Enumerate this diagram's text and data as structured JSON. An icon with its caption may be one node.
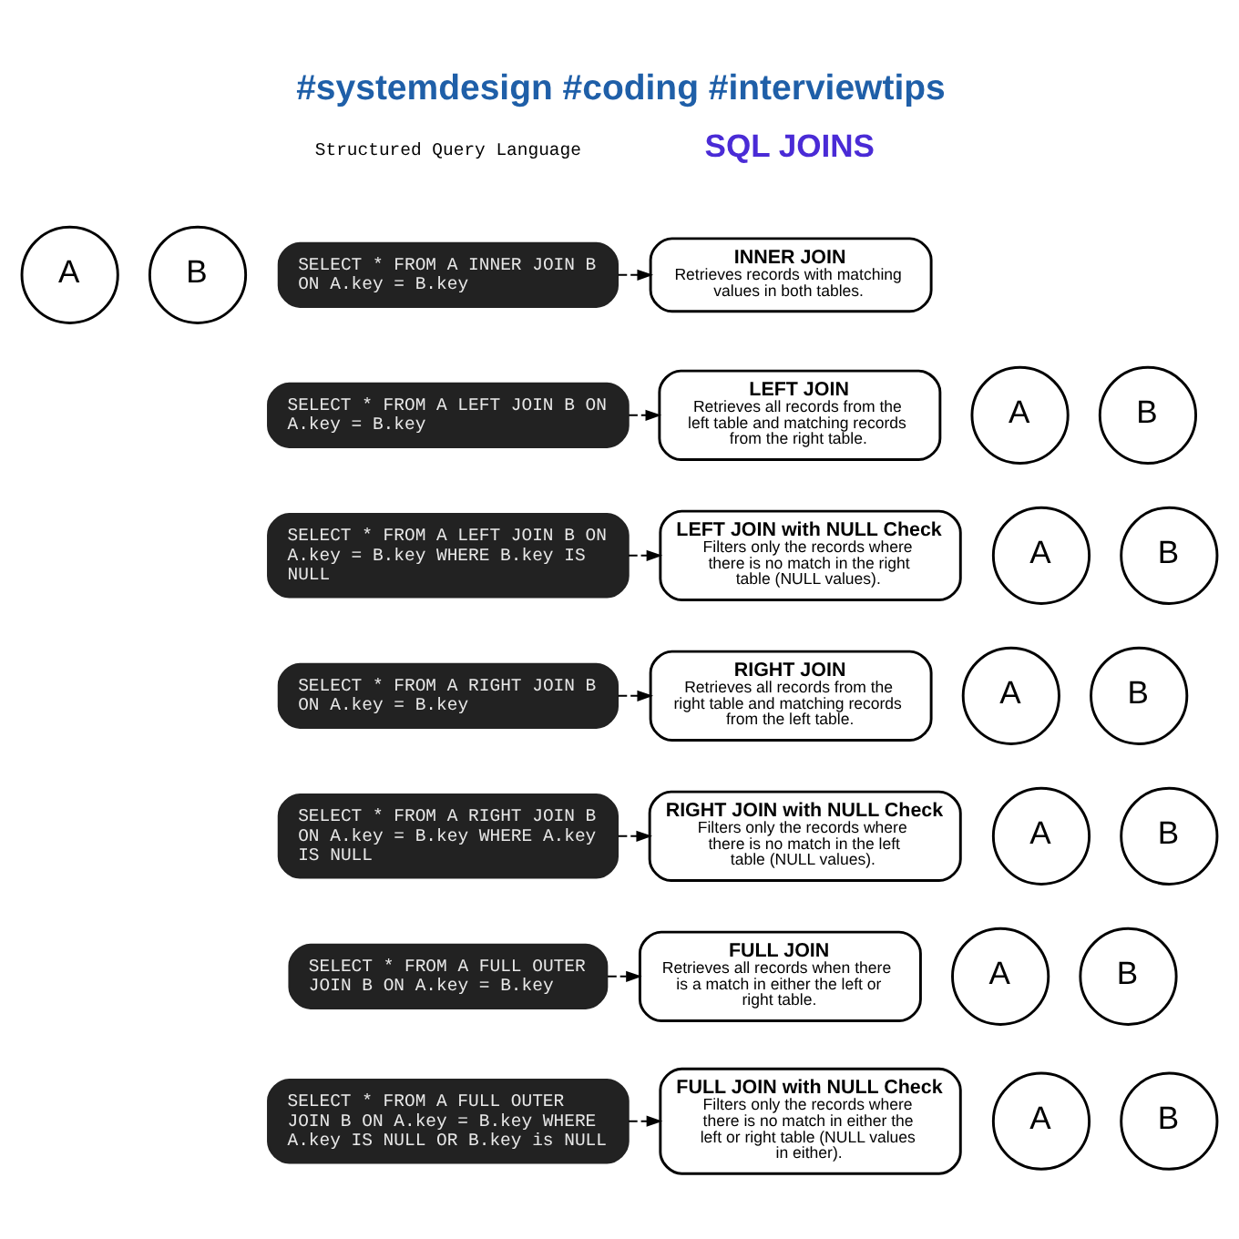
{
  "diagram": {
    "title": "#systemdesign #coding #interviewtips",
    "nodes": [
      {
        "text": [
          "A"
        ]
      },
      {
        "text": [
          "B"
        ]
      },
      {
        "text": [
          "SELECT * FROM A INNER JOIN B ON A.key = B.key"
        ]
      },
      {
        "text": [
          "INNER JOIN",
          "Retrieves records with matching values in both tables."
        ]
      },
      {
        "text": [
          "A"
        ]
      },
      {
        "text": [
          "B"
        ]
      },
      {
        "text": [
          "SELECT * FROM A LEFT JOIN B ON A.key = B.key"
        ]
      },
      {
        "text": [
          "LEFT JOIN",
          "Retrieves all records from the left table and matching records from the right table."
        ]
      },
      {
        "text": [
          "A"
        ]
      },
      {
        "text": [
          "B"
        ]
      },
      {
        "text": [
          "SELECT * FROM A LEFT JOIN B ON A.key = B.key WHERE B.key IS NULL"
        ]
      },
      {
        "text": [
          "LEFT JOIN with NULL Check",
          "Filters only the records where there is no match in the right table (NULL values)."
        ]
      },
      {
        "text": [
          "A"
        ]
      },
      {
        "text": [
          "B"
        ]
      },
      {
        "text": [
          "SELECT * FROM A RIGHT JOIN B ON A.key = B.key"
        ]
      },
      {
        "text": [
          "RIGHT JOIN",
          "Retrieves all records from the right table and matching records from the left table."
        ]
      },
      {
        "text": [
          "A"
        ]
      },
      {
        "text": [
          "B"
        ]
      },
      {
        "text": [
          "SELECT * FROM A RIGHT JOIN B ON A.key = B.key WHERE A.key IS NULL"
        ]
      },
      {
        "text": [
          "RIGHT JOIN with NULL Check",
          "Filters only the records where there is no match in the left table (NULL values)."
        ]
      },
      {
        "text": [
          "A"
        ]
      },
      {
        "text": [
          "B"
        ]
      },
      {
        "text": [
          "SELECT * FROM A FULL OUTER JOIN B ON A.key = B.key"
        ]
      },
      {
        "text": [
          "FULL JOIN",
          "Retrieves all records when there is a match in either the left or right table."
        ]
      },
      {
        "text": [
          "A"
        ]
      },
      {
        "text": [
          "B"
        ]
      },
      {
        "text": [
          "SELECT * FROM A FULL OUTER JOIN B ON A.key = B.key WHERE A.key IS NULL OR B.key is NULL"
        ]
      },
      {
        "text": [
          "FULL JOIN with NULL Check",
          "Filters only the records where there is no match in either the left or right table (NULL values in either)."
        ]
      }
    ],
    "edges": [
      {
        "from": 2,
        "to": 3,
        "arrow": "to",
        "style": "dashed"
      },
      {
        "from": 6,
        "to": 7,
        "arrow": "to",
        "style": "dashed"
      },
      {
        "from": 10,
        "to": 11,
        "arrow": "to",
        "style": "dashed"
      },
      {
        "from": 14,
        "to": 15,
        "arrow": "to",
        "style": "dashed"
      },
      {
        "from": 18,
        "to": 19,
        "arrow": "to",
        "style": "dashed"
      },
      {
        "from": 22,
        "to": 23,
        "arrow": "to",
        "style": "dashed"
      },
      {
        "from": 26,
        "to": 27,
        "arrow": "to",
        "style": "dashed"
      }
    ],
    "labels": [
      "SQL JOINS",
      "Structured Query Language"
    ]
  }
}
